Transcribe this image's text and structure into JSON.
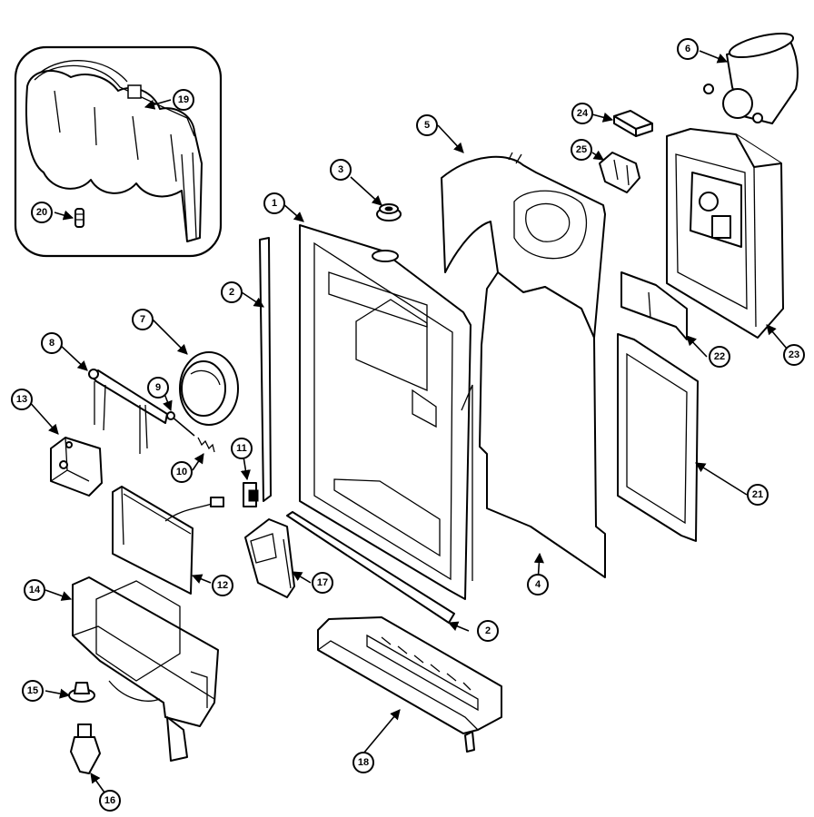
{
  "callouts": {
    "c1": "1",
    "c2a": "2",
    "c2b": "2",
    "c3": "3",
    "c4": "4",
    "c5": "5",
    "c6": "6",
    "c7": "7",
    "c8": "8",
    "c9": "9",
    "c10": "10",
    "c11": "11",
    "c12": "12",
    "c13": "13",
    "c14": "14",
    "c15": "15",
    "c16": "16",
    "c17": "17",
    "c18": "18",
    "c19": "19",
    "c20": "20",
    "c21": "21",
    "c22": "22",
    "c23": "23",
    "c24": "24",
    "c25": "25"
  }
}
